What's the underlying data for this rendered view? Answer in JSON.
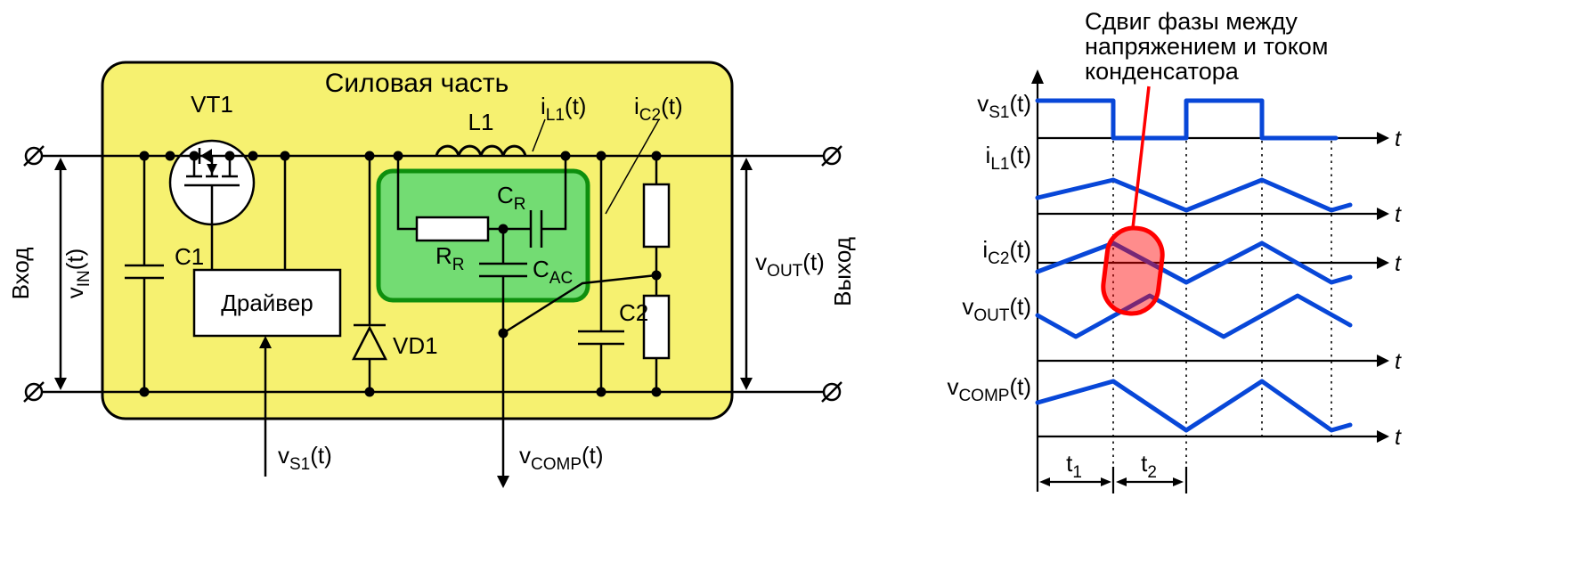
{
  "colors": {
    "power_section_fill": "#F6F170",
    "power_section_stroke": "#000000",
    "ripple_network_fill": "#73DC73",
    "ripple_network_stroke": "#0E8F0E",
    "waveform_blue": "#0847D8",
    "annotation_red": "#FF0000"
  },
  "circuit": {
    "title": "Силовая часть",
    "ports": {
      "input": "Вход",
      "output": "Выход"
    },
    "components": {
      "vt1": "VT1",
      "l1": "L1",
      "c1": "C1",
      "c2": "C2",
      "vd1": "VD1",
      "driver": "Драйвер",
      "rr": {
        "base": "R",
        "sub": "R"
      },
      "cr": {
        "base": "C",
        "sub": "R"
      },
      "cac": {
        "base": "C",
        "sub": "AC"
      }
    },
    "signals": {
      "vin": {
        "base": "v",
        "sub": "IN",
        "suffix": "(t)"
      },
      "vout": {
        "base": "v",
        "sub": "OUT",
        "suffix": "(t)"
      },
      "il1": {
        "base": "i",
        "sub": "L1",
        "suffix": "(t)"
      },
      "ic2": {
        "base": "i",
        "sub": "C2",
        "suffix": "(t)"
      },
      "vs1": {
        "base": "v",
        "sub": "S1",
        "suffix": "(t)"
      },
      "vcomp": {
        "base": "v",
        "sub": "COMP",
        "suffix": "(t)"
      }
    }
  },
  "waveforms": {
    "annotation": {
      "line1": "Сдвиг фазы между",
      "line2": "напряжением и током",
      "line3": "конденсатора"
    },
    "axis_label": "t",
    "markers": {
      "t1": {
        "base": "t",
        "sub": "1"
      },
      "t2": {
        "base": "t",
        "sub": "2"
      }
    },
    "rows": [
      {
        "signal": "vS1(t)",
        "shape": "square"
      },
      {
        "signal": "iL1(t)",
        "shape": "triangle"
      },
      {
        "signal": "iC2(t)",
        "shape": "triangle"
      },
      {
        "signal": "vOUT(t)",
        "shape": "triangle"
      },
      {
        "signal": "vCOMP(t)",
        "shape": "triangle"
      }
    ]
  }
}
